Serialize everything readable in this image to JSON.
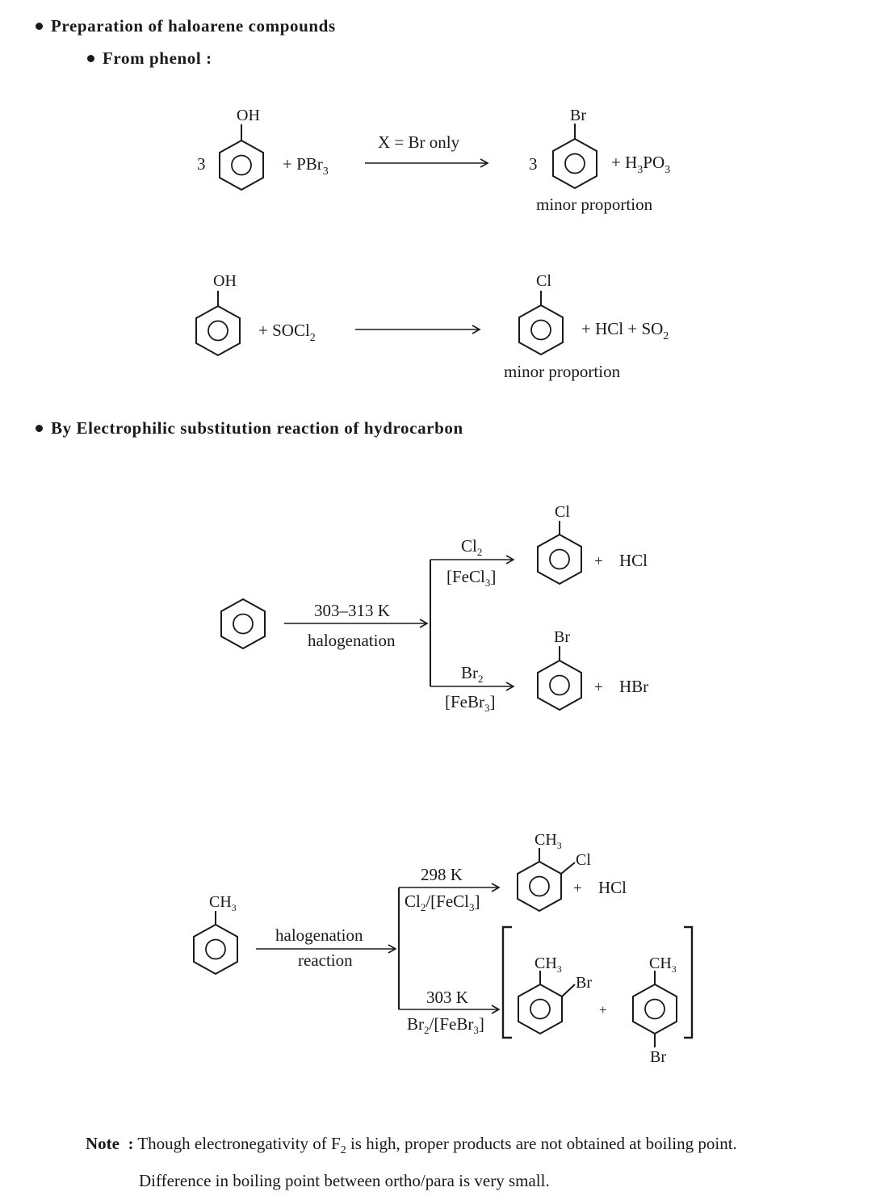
{
  "headings": {
    "main": "Preparation of haloarene compounds",
    "sub_phenol": "From phenol :",
    "electrophilic": "By Electrophilic substitution reaction of hydrocarbon"
  },
  "reaction1": {
    "coefficient_left": "3",
    "reactant_substituent": "OH",
    "reagent": "+ PBr",
    "reagent_sub": "3",
    "condition": "X = Br only",
    "coefficient_right": "3",
    "product_substituent": "Br",
    "byproduct_parts": [
      "+ H",
      "3",
      "PO",
      "3"
    ],
    "product_note": "minor proportion"
  },
  "reaction2": {
    "reactant_substituent": "OH",
    "reagent": "+ SOCl",
    "reagent_sub": "2",
    "product_substituent": "Cl",
    "byproduct": "+ HCl + SO",
    "byproduct_sub": "2",
    "product_note": "minor proportion"
  },
  "reaction3": {
    "condition_top": "303–313 K",
    "condition_bottom": "halogenation",
    "branch_top": {
      "reagent": "Cl",
      "reagent_sub": "2",
      "catalyst": "[FeCl",
      "catalyst_sub": "3",
      "catalyst_end": "]",
      "product_substituent": "Cl",
      "plus": "+",
      "byproduct": "HCl"
    },
    "branch_bottom": {
      "reagent": "Br",
      "reagent_sub": "2",
      "catalyst": "[FeBr",
      "catalyst_sub": "3",
      "catalyst_end": "]",
      "product_substituent": "Br",
      "plus": "+",
      "byproduct": "HBr"
    }
  },
  "reaction4": {
    "reactant_substituent": "CH",
    "reactant_substituent_sub": "3",
    "condition_top": "halogenation",
    "condition_bottom": "reaction",
    "branch_top": {
      "temperature": "298 K",
      "reagent_parts": [
        "Cl",
        "2",
        "/[FeCl",
        "3",
        "]"
      ],
      "product_methyl": "CH",
      "product_methyl_sub": "3",
      "product_halogen": "Cl",
      "plus": "+",
      "byproduct": "HCl"
    },
    "branch_bottom": {
      "temperature": "303 K",
      "reagent_parts": [
        "Br",
        "2",
        "/[FeBr",
        "3",
        "]"
      ],
      "ortho_methyl": "CH",
      "ortho_methyl_sub": "3",
      "ortho_halogen": "Br",
      "plus": "+",
      "para_methyl": "CH",
      "para_methyl_sub": "3",
      "para_halogen": "Br"
    }
  },
  "note": {
    "label": "Note",
    "colon": ":",
    "line1_a": "Though electronegativity of F",
    "line1_sub": "2",
    "line1_b": " is high, proper products are not obtained at boiling point.",
    "line2": "Difference in boiling point between ortho/para is very small."
  }
}
